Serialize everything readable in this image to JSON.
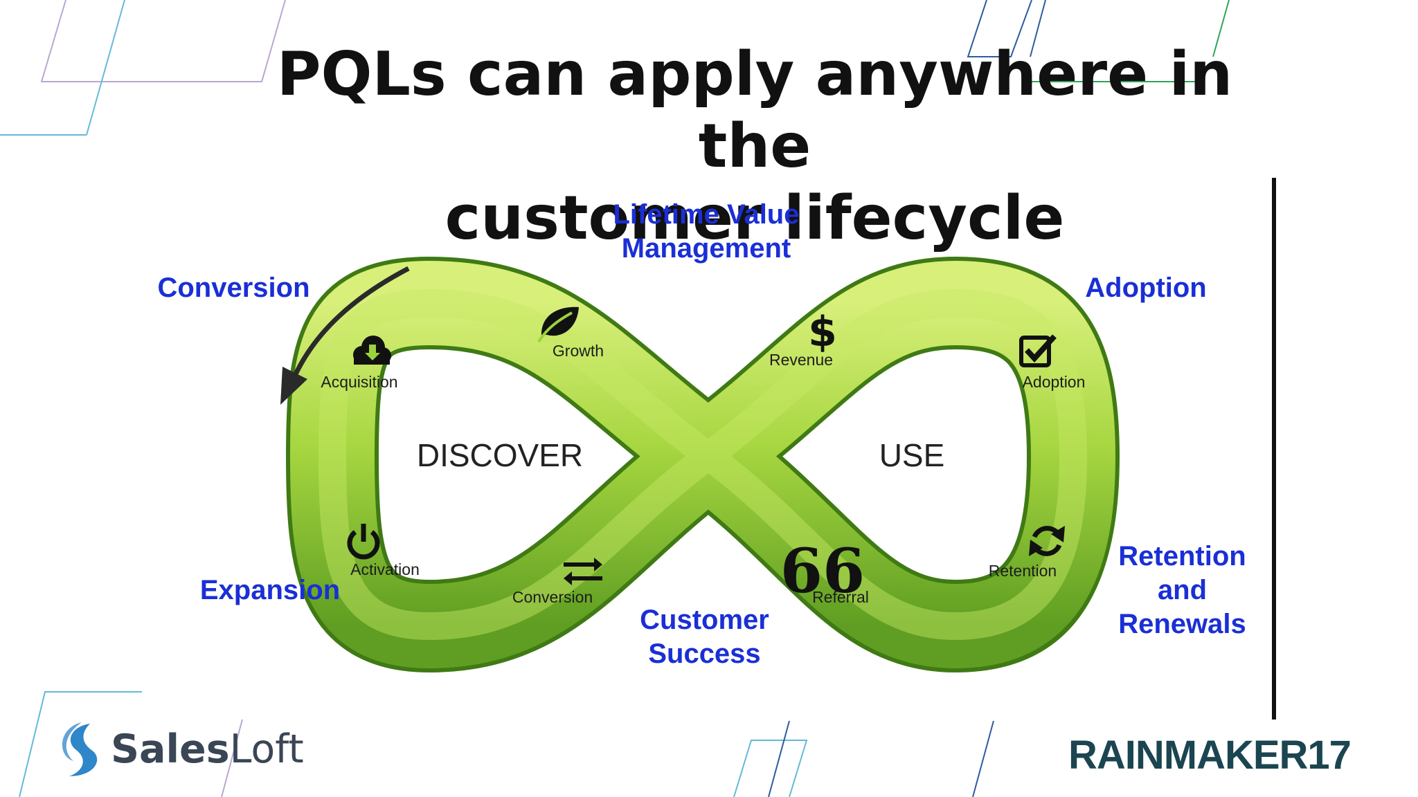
{
  "title": {
    "line1": "PQLs can apply anywhere in the",
    "line2": "customer lifecycle"
  },
  "diagram": {
    "outer_labels": {
      "lifetime_value": [
        "Lifetime Value",
        "Management"
      ],
      "conversion": "Conversion",
      "adoption": "Adoption",
      "expansion": "Expansion",
      "customer_success": [
        "Customer",
        "Success"
      ],
      "retention_renewals": [
        "Retention",
        "and",
        "Renewals"
      ]
    },
    "loop_labels": {
      "discover": "DISCOVER",
      "use": "USE"
    },
    "stages": {
      "acquisition": {
        "label": "Acquisition",
        "icon": "cloud-download-icon"
      },
      "growth": {
        "label": "Growth",
        "icon": "leaf-icon"
      },
      "revenue": {
        "label": "Revenue",
        "icon": "dollar-icon",
        "glyph": "$"
      },
      "adoption": {
        "label": "Adoption",
        "icon": "checkbox-icon"
      },
      "activation": {
        "label": "Activation",
        "icon": "power-icon"
      },
      "conversion": {
        "label": "Conversion",
        "icon": "exchange-arrows-icon"
      },
      "referral": {
        "label": "Referral",
        "icon": "quote-icon",
        "glyph": "66"
      },
      "retention": {
        "label": "Retention",
        "icon": "refresh-icon"
      }
    },
    "colors": {
      "band_light": "#d8ef7a",
      "band_mid": "#8fc734",
      "band_dark": "#4f8f1a",
      "label_blue": "#1a2fd6"
    }
  },
  "branding": {
    "salesloft": {
      "bold": "Sales",
      "light": "Loft",
      "icon": "salesloft-s-icon",
      "color": "#2f86c8"
    },
    "rainmaker": "RAINMAKER17"
  }
}
